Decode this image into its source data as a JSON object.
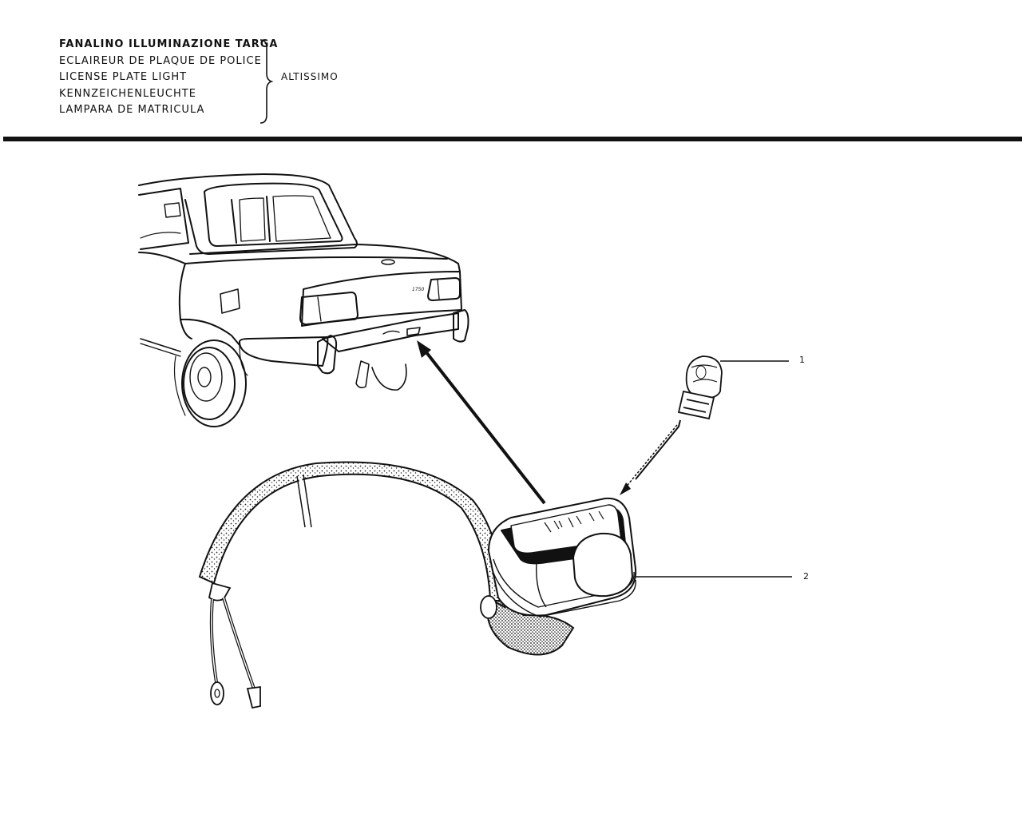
{
  "header": {
    "titles": [
      "FANALINO ILLUMINAZIONE TARGA",
      "ECLAIREUR DE PLAQUE DE POLICE",
      "LICENSE PLATE LIGHT",
      "KENNZEICHENLEUCHTE",
      "LAMPARA DE MATRICULA"
    ],
    "model": "ALTISSIMO"
  },
  "diagram": {
    "car_badge": "1750",
    "callouts": [
      "1",
      "2"
    ]
  },
  "colors": {
    "ink": "#111111",
    "paper": "#ffffff"
  }
}
